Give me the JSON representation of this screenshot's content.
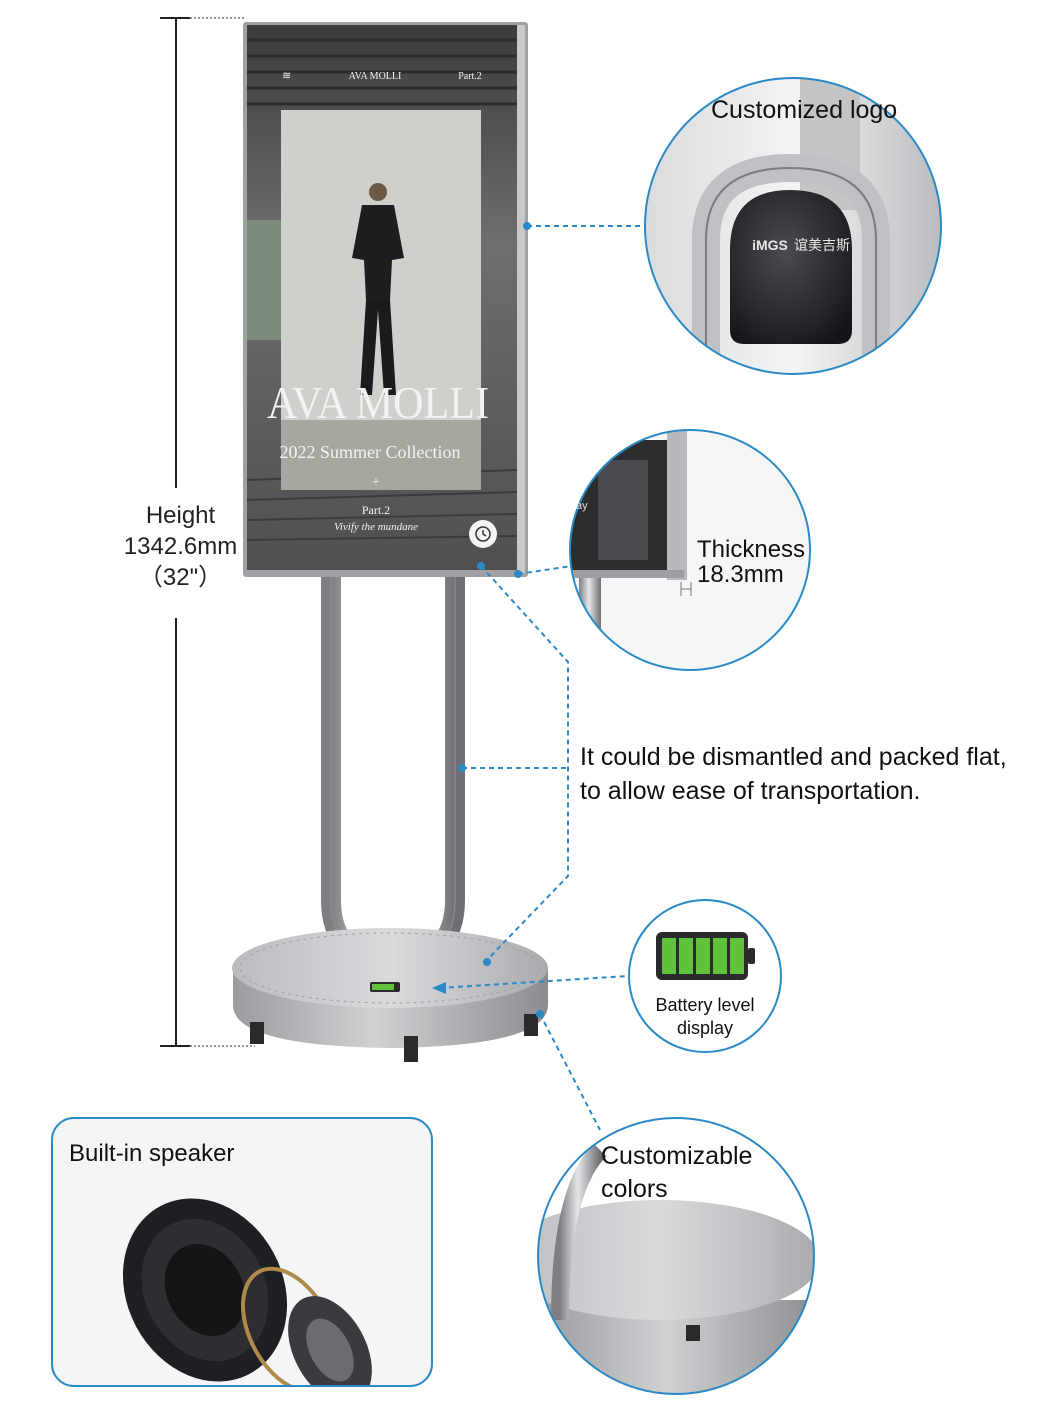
{
  "dimension": {
    "height_label": "Height",
    "height_value": "1342.6mm",
    "height_inches": "（32\"）"
  },
  "screen": {
    "menu_icon": "menu-icon",
    "brand_small": "AVA MOLLI",
    "part_small": "Part.2",
    "headline": "AVA MOLLI",
    "collection": "2022 Summer Collection",
    "plus": "+",
    "part_big": "Part.2",
    "tagline": "Vivify the mundane"
  },
  "callouts": {
    "logo": "Customized logo",
    "logo_mark": "iMGS",
    "logo_chinese": "谊美吉斯",
    "thickness_label": "Thickness",
    "thickness_value": "18.3mm",
    "thickness_screen_fragment": "ay",
    "dismantle_line1": "It could be dismantled and packed flat,",
    "dismantle_line2": "to allow ease of transportation.",
    "battery_line1": "Battery level",
    "battery_line2": "display",
    "speaker": "Built-in speaker",
    "colors_line1": "Customizable",
    "colors_line2": "colors"
  },
  "colors": {
    "accent_blue": "#2b8ac5",
    "frame_silver": "#a6a8ab",
    "battery_green": "#5fc23a"
  }
}
